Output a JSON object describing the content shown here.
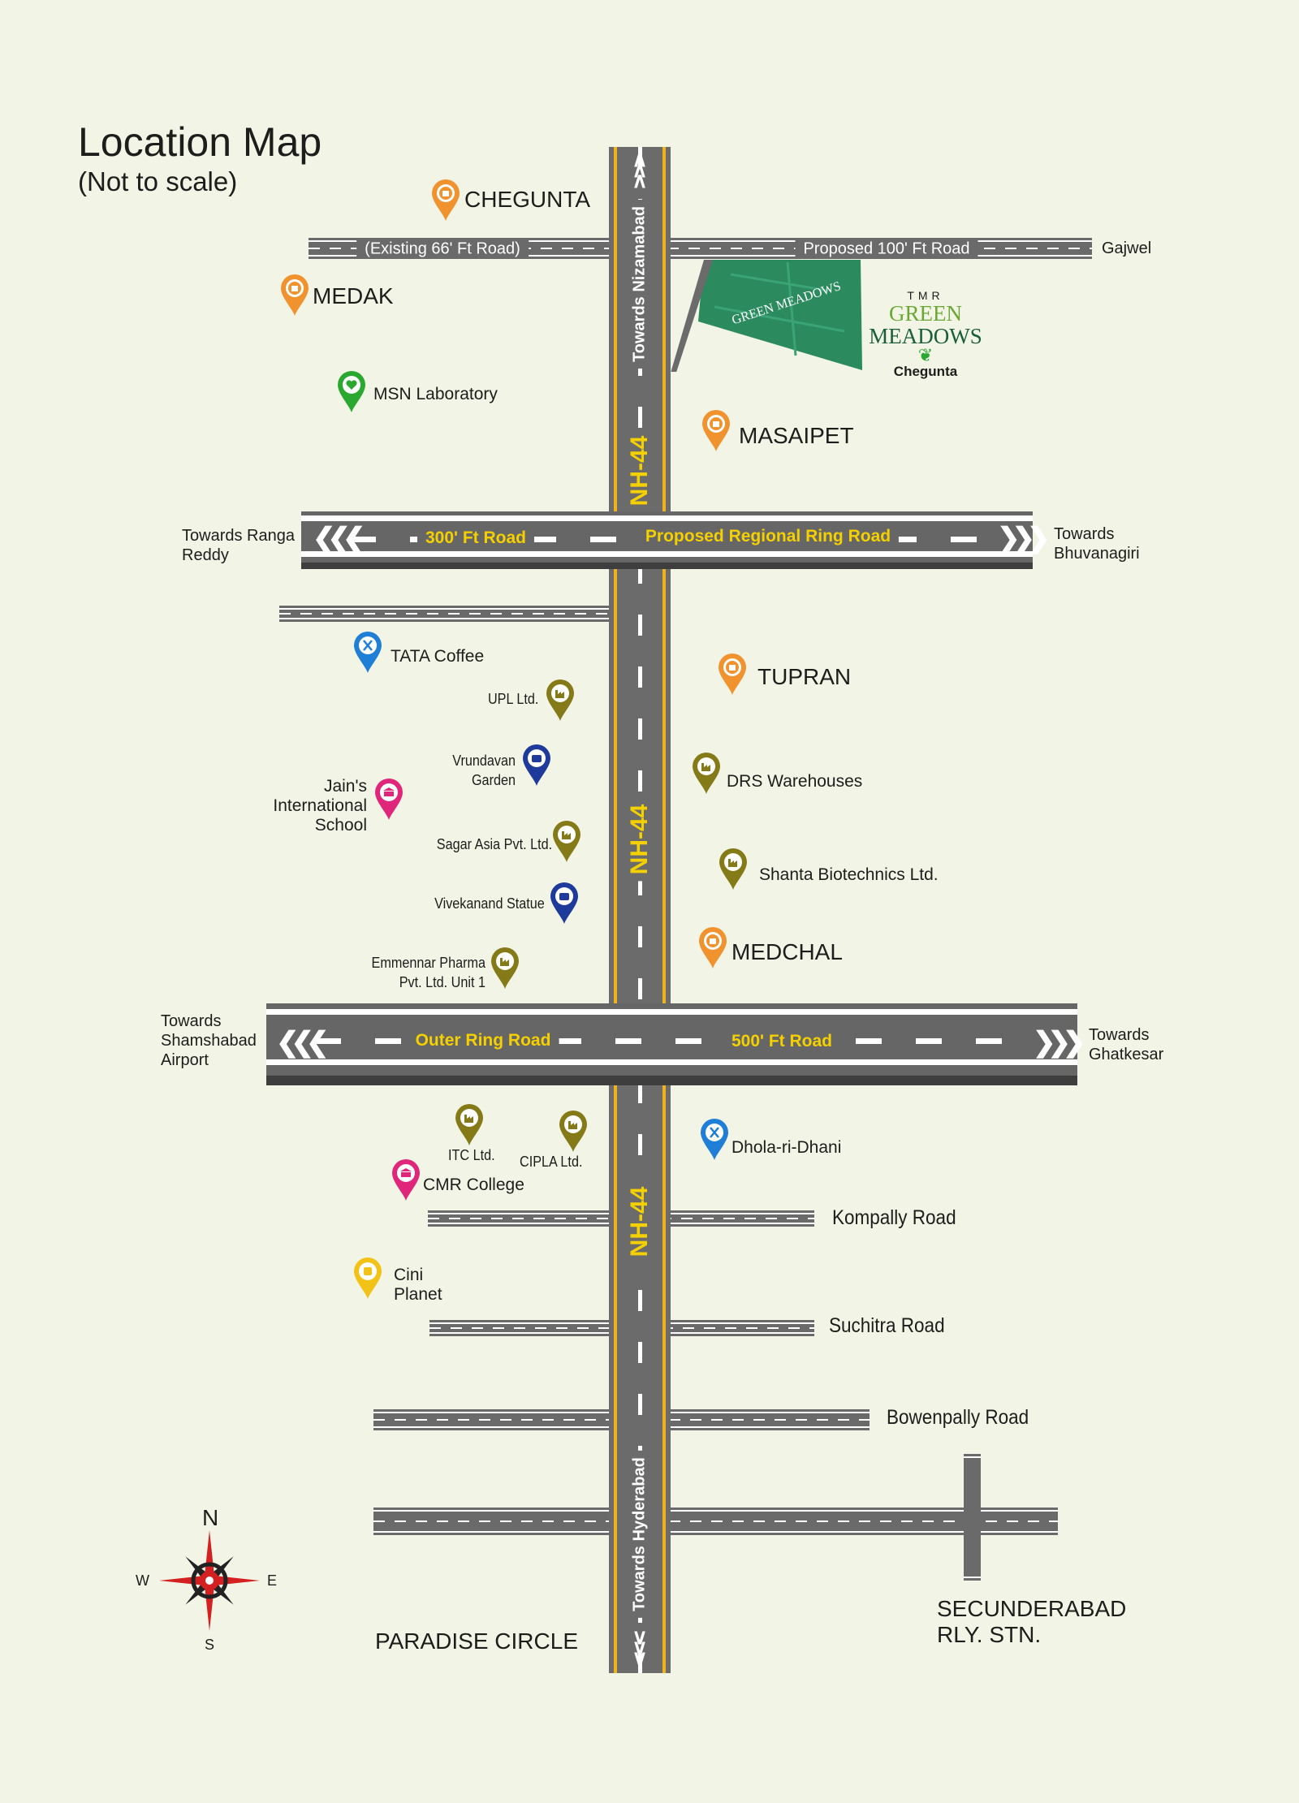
{
  "title": "Location Map",
  "subtitle": "(Not to scale)",
  "highway": {
    "name": "NH-44",
    "towards_north": "Towards Nizamabad",
    "towards_south": "Towards Hyderabad",
    "edge_color": "#f0b21a",
    "label_color": "#f5d000"
  },
  "top_road": {
    "left_label": "(Existing 66' Ft Road)",
    "right_label": "Proposed 100' Ft Road",
    "end": "Gajwel"
  },
  "ring_road": {
    "left_label": "300' Ft Road",
    "right_label": "Proposed Regional Ring Road",
    "west": "Towards Ranga Reddy",
    "east": "Towards Bhuvanagiri"
  },
  "outer_ring_road": {
    "left_label": "Outer Ring Road",
    "right_label": "500' Ft Road",
    "west": "Towards Shamshabad Airport",
    "east": "Towards Ghatkesar"
  },
  "roads": {
    "kompally": "Kompally Road",
    "suchitra": "Suchitra Road",
    "bowenpally": "Bowenpally Road"
  },
  "landmarks": {
    "paradise": "PARADISE CIRCLE",
    "secunderabad": "SECUNDERABAD RLY. STN."
  },
  "project": {
    "brand": "TMR",
    "name_line1": "GREEN",
    "name_line2": "MEADOWS",
    "location": "Chegunta"
  },
  "compass": {
    "n": "N",
    "s": "S",
    "e": "E",
    "w": "W"
  },
  "pin_colors": {
    "town": "#f0922e",
    "lab": "#2aa830",
    "food": "#1f7fd6",
    "industry": "#857a18",
    "park": "#1e3a9a",
    "school": "#e0267a",
    "cinema": "#f2c316"
  },
  "places": {
    "chegunta": "CHEGUNTA",
    "medak": "MEDAK",
    "msn": "MSN Laboratory",
    "masaipet": "MASAIPET",
    "tata": "TATA Coffee",
    "tupran": "TUPRAN",
    "upl": "UPL Ltd.",
    "vrundavan": "Vrundavan Garden",
    "drs": "DRS Warehouses",
    "jains": "Jain's International School",
    "sagar": "Sagar Asia Pvt. Ltd.",
    "shanta": "Shanta Biotechnics Ltd.",
    "vivekanand": "Vivekanand Statue",
    "medchal": "MEDCHAL",
    "emmennar": "Emmennar Pharma Pvt. Ltd. Unit 1",
    "itc": "ITC Ltd.",
    "cipla": "CIPLA Ltd.",
    "dhola": "Dhola-ri-Dhani",
    "cmr": "CMR College",
    "cini": "Cini Planet"
  }
}
